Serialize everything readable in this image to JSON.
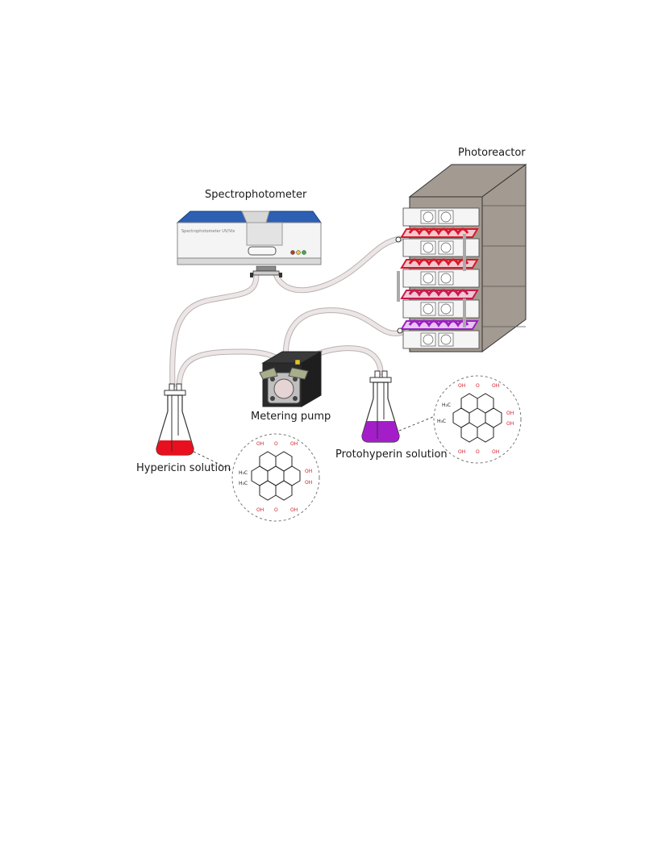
{
  "labels": {
    "spectrophotometer": "Spectrophotometer",
    "photoreactor": "Photoreactor",
    "metering_pump": "Metering pump",
    "hypericin_solution": "Hypericin solution",
    "protohyperin_solution": "Protohyperin solution"
  },
  "device_text": {
    "spectrophotometer_panel": "Spectrophotometer UV/Vis"
  },
  "molecule_labels": {
    "hydroxyl": "OH",
    "ketone": "O",
    "methyl": "H₃C"
  },
  "colors": {
    "hypericin_solution": "#e8101f",
    "protohyperin_solution": "#a31ec9",
    "tubing": "#e6dfdf",
    "spectro_lid": "#2d5fb3",
    "reactor_housing": "#a39a91",
    "coil_red": "#d9182a",
    "coil_purple": "#9b1fc4",
    "oxygen_label": "#d0202a"
  }
}
